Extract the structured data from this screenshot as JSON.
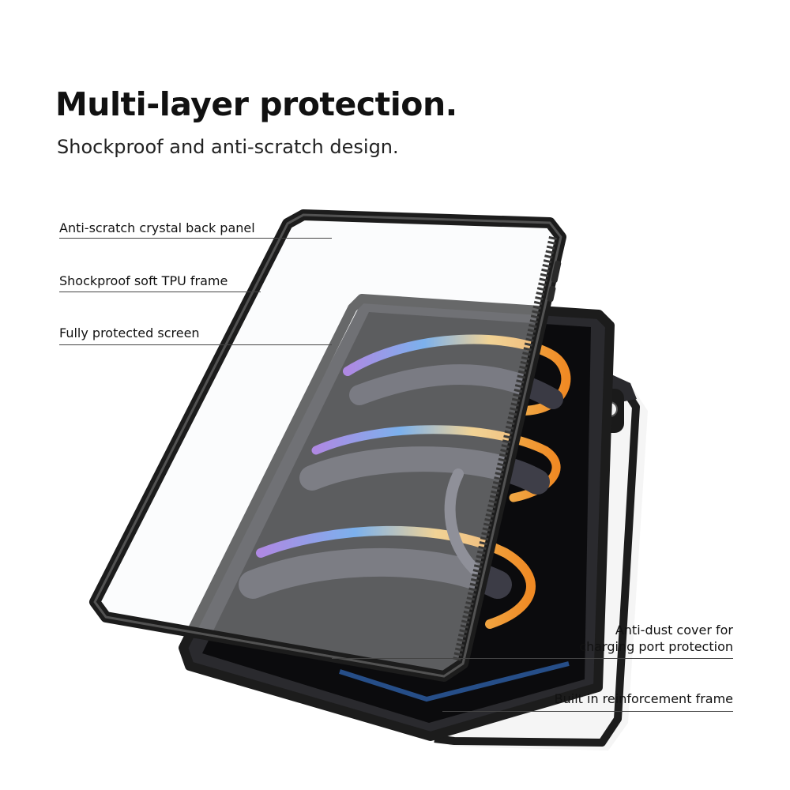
{
  "header": {
    "title": "Multi-layer protection.",
    "subtitle": "Shockproof and anti-scratch design."
  },
  "callouts": {
    "back_panel": "Anti-scratch crystal back panel",
    "tpu_frame": "Shockproof soft TPU frame",
    "screen": "Fully protected screen",
    "dust_cover_line1": "Anti-dust cover for",
    "dust_cover_line2": "charging port protection",
    "reinforcement": "Built in reinforcement frame"
  },
  "colors": {
    "frame": "#1c1c1c",
    "frame_edge": "#5a5a5a",
    "screen_dark": "#0b0b0d",
    "accent_orange": "#f08a24",
    "accent_blue": "#3c8ce6",
    "accent_purple": "#8a4fd8"
  }
}
